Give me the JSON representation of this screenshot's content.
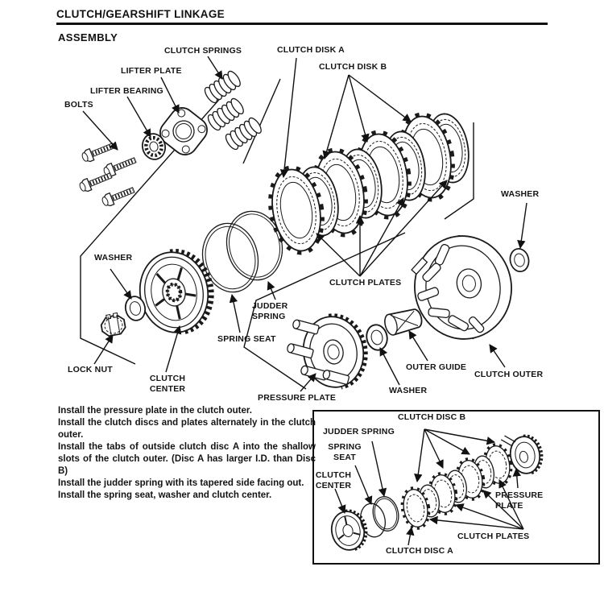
{
  "page": {
    "title": "CLUTCH/GEARSHIFT LINKAGE",
    "section_heading": "ASSEMBLY"
  },
  "main_diagram": {
    "labels": {
      "bolts": "BOLTS",
      "lifter_bearing": "LIFTER BEARING",
      "lifter_plate": "LIFTER PLATE",
      "clutch_springs": "CLUTCH SPRINGS",
      "clutch_disk_a": "CLUTCH DISK A",
      "clutch_disk_b": "CLUTCH DISK B",
      "washer_upper_right": "WASHER",
      "clutch_plates": "CLUTCH PLATES",
      "judder_spring": "JUDDER\nSPRING",
      "spring_seat": "SPRING SEAT",
      "washer_left": "WASHER",
      "lock_nut": "LOCK NUT",
      "clutch_center": "CLUTCH\nCENTER",
      "pressure_plate": "PRESSURE PLATE",
      "washer_lower": "WASHER",
      "outer_guide": "OUTER GUIDE",
      "clutch_outer": "CLUTCH OUTER"
    }
  },
  "instructions": {
    "paragraphs": [
      "Install the pressure plate in the clutch outer.",
      "Install the clutch discs and plates alternately in the clutch outer.",
      "Install the tabs of outside clutch disc A into the shallow slots of the clutch outer. (Disc A has larger I.D. than Disc B)",
      "Install the judder spring with its tapered side facing out.",
      "Install the spring seat, washer and clutch center."
    ]
  },
  "inset_diagram": {
    "labels": {
      "clutch_disc_b": "CLUTCH DISC B",
      "judder_spring": "JUDDER SPRING",
      "spring_seat": "SPRING\nSEAT",
      "clutch_center": "CLUTCH\nCENTER",
      "pressure_plate": "PRESSURE\nPLATE",
      "clutch_plates": "CLUTCH PLATES",
      "clutch_disc_a": "CLUTCH DISC A"
    }
  },
  "colors": {
    "ink": "#1a1a1a",
    "paper": "#ffffff"
  }
}
